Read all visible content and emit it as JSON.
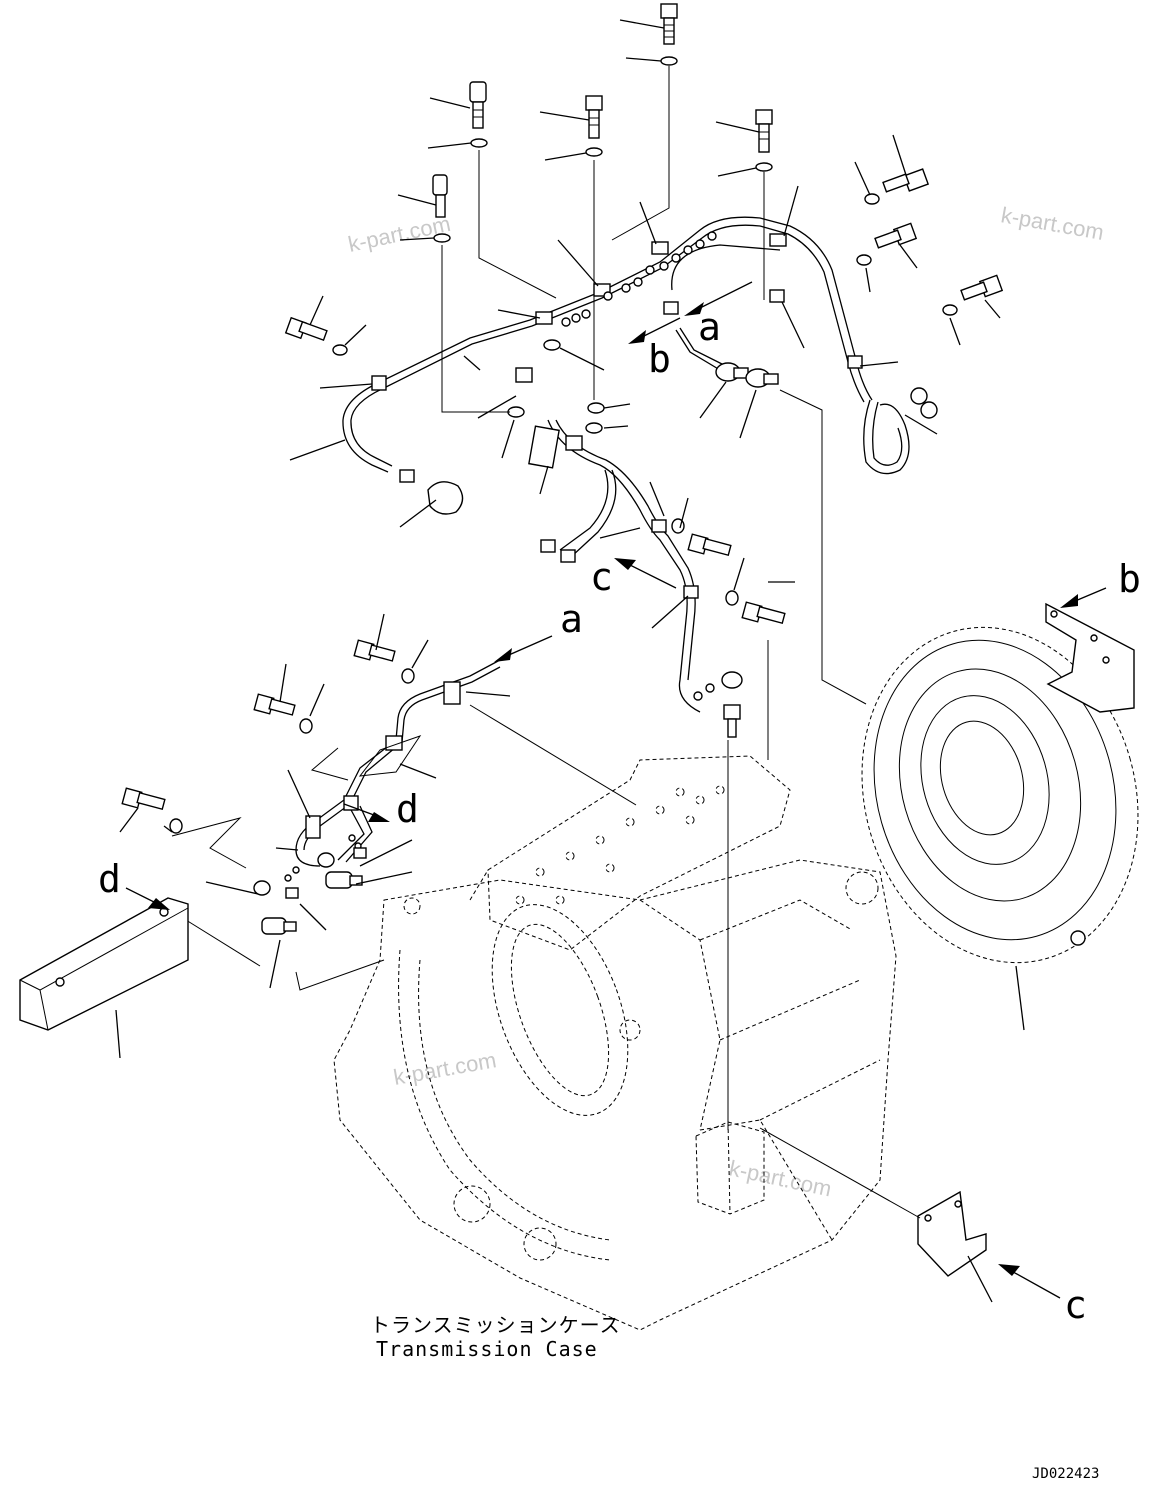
{
  "watermarks": [
    "k-part.com",
    "k-part.com",
    "k-part.com",
    "k-part.com"
  ],
  "view_labels": {
    "a_top": "a",
    "b_top": "b",
    "c_mid": "c",
    "a_mid": "a",
    "b_right": "b",
    "d_mid": "d",
    "d_left": "d",
    "c_bottom": "c"
  },
  "caption": {
    "japanese": "トランスミッションケース",
    "english": "Transmission Case"
  },
  "drawing_code": "JD022423"
}
